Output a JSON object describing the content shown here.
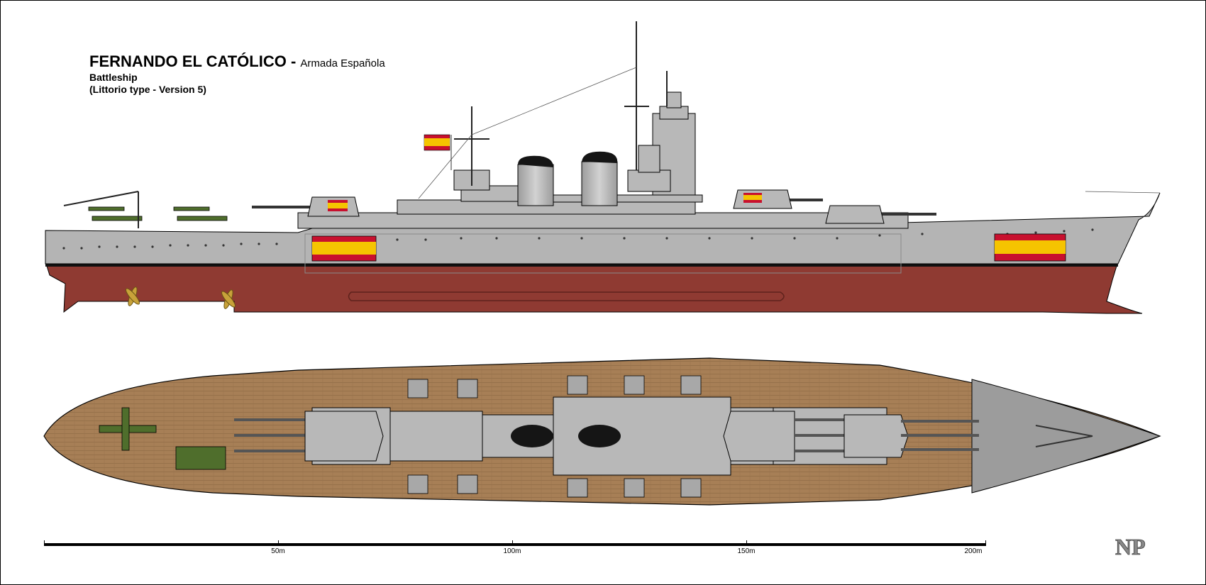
{
  "title": {
    "ship_name": "FERNANDO EL CATÓLICO -",
    "navy": "Armada Española",
    "ship_type": "Battleship",
    "variant": "(Littorio type - Version 5)"
  },
  "scale_bar": {
    "marks": [
      "50m",
      "100m",
      "150m",
      "200m"
    ]
  },
  "colors": {
    "hull_grey": "#b4b4b4",
    "hull_red": "#8f3a32",
    "deck_wood": "#a77f56",
    "flag_red": "#c8102e",
    "flag_yellow": "#f5c400",
    "aircraft_green": "#4f6e2c"
  },
  "signature": {
    "text": "NP"
  }
}
